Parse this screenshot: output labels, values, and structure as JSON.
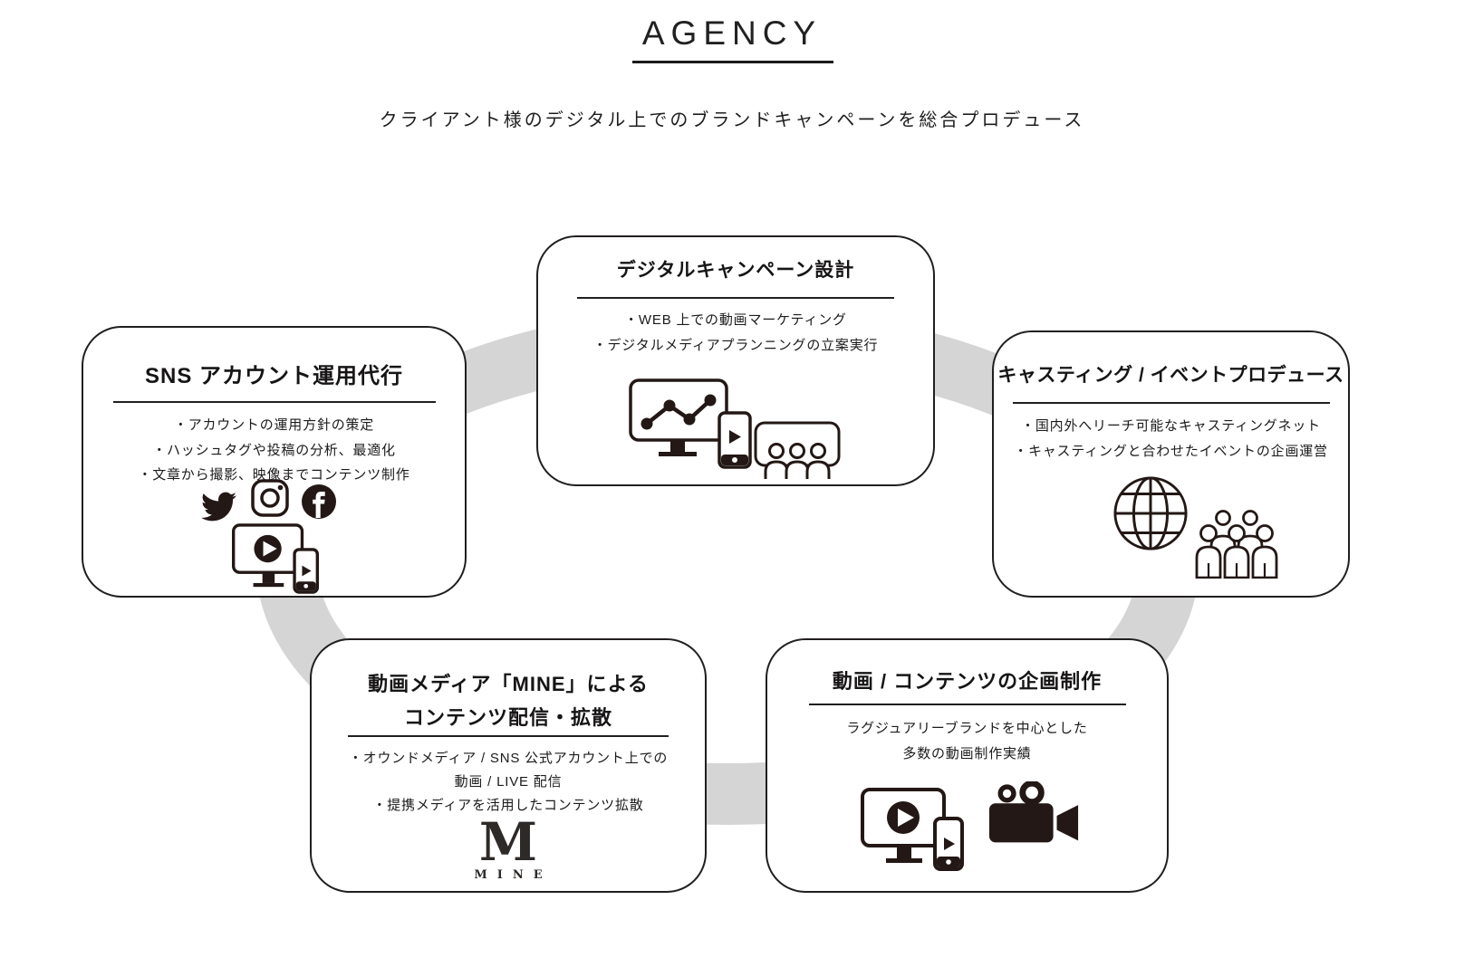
{
  "colors": {
    "background": "#ffffff",
    "ring": "#d5d5d5",
    "box_border": "#211e1e",
    "text": "#1a1a1a",
    "icon_ink": "#231815"
  },
  "header": {
    "title": "AGENCY",
    "subtitle": "クライアント様のデジタル上でのブランドキャンペーンを総合プロデュース"
  },
  "boxes": {
    "digital_campaign": {
      "title": "デジタルキャンペーン設計",
      "bullets": [
        "・WEB 上での動画マーケティング",
        "・デジタルメディアプランニングの立案実行"
      ],
      "icons": [
        "chart-monitor-icon",
        "play-phone-icon",
        "audience-screen-icon"
      ]
    },
    "sns_operation": {
      "title": "SNS アカウント運用代行",
      "bullets": [
        "・アカウントの運用方針の策定",
        "・ハッシュタグや投稿の分析、最適化",
        "・文章から撮影、映像までコンテンツ制作"
      ],
      "icons": [
        "twitter-icon",
        "instagram-icon",
        "facebook-icon",
        "video-monitor-phone-icon"
      ]
    },
    "casting_event": {
      "title": "キャスティング / イベントプロデュース",
      "bullets": [
        "・国内外へリーチ可能なキャスティングネット",
        "・キャスティングと合わせたイベントの企画運営"
      ],
      "icons": [
        "globe-icon",
        "people-group-icon"
      ]
    },
    "mine_media": {
      "title_line1": "動画メディア「MINE」による",
      "title_line2": "コンテンツ配信・拡散",
      "bullets": [
        "・オウンドメディア / SNS 公式アカウント上での",
        "動画 / LIVE 配信",
        "・提携メディアを活用したコンテンツ拡散"
      ],
      "logo_mark": "M",
      "logo_text": "MINE"
    },
    "video_production": {
      "title": "動画 / コンテンツの企画制作",
      "lines": [
        "ラグジュアリーブランドを中心とした",
        "多数の動画制作実績"
      ],
      "icons": [
        "video-monitor-phone-icon",
        "video-camera-icon"
      ]
    }
  }
}
